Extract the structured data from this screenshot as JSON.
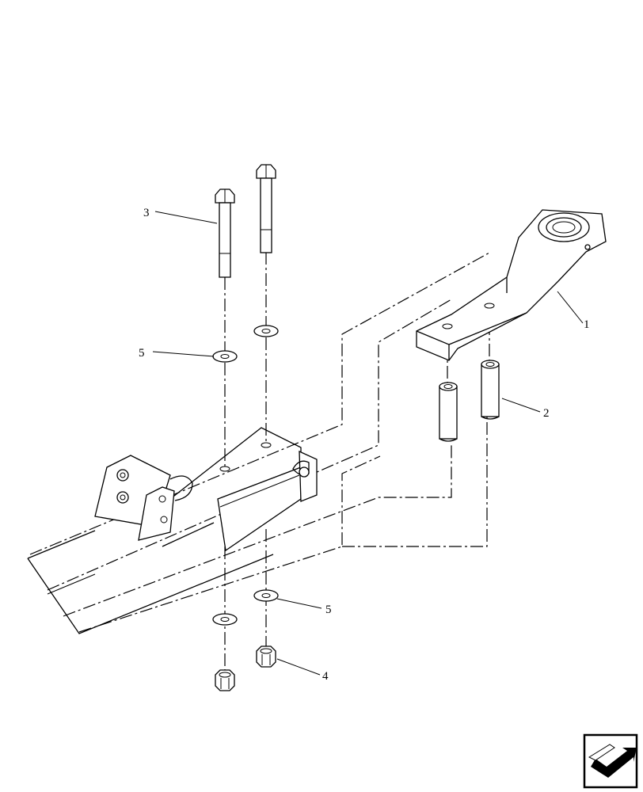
{
  "callouts": {
    "c1": "1",
    "c2": "2",
    "c3": "3",
    "c4": "4",
    "c5a": "5",
    "c5b": "5"
  },
  "icons": {
    "nav": "next-page-arrow-icon"
  }
}
